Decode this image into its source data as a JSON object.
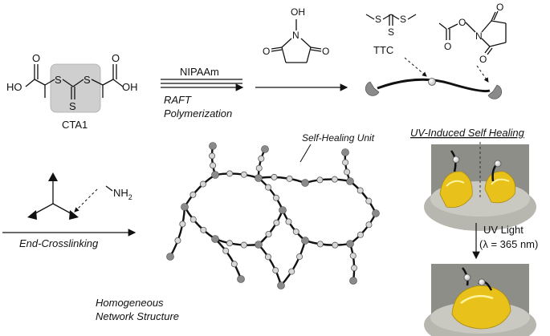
{
  "chem": {
    "cta1_label": "CTA1",
    "ho_left": "HO",
    "oh_right": "OH",
    "o": "O",
    "s": "S",
    "n": "N",
    "oh": "OH",
    "ttc_label": "TTC",
    "nh2_label": "NH",
    "nh2_sub": "2"
  },
  "reaction": {
    "reagent": "NIPAAm",
    "method_line1": "RAFT",
    "method_line2": "Polymerization",
    "end_crosslinking": "End-Crosslinking"
  },
  "network": {
    "self_healing_unit": "Self-Healing  Unit",
    "structure_line1": "Homogeneous",
    "structure_line2": "Network Structure"
  },
  "healing": {
    "title": "UV-Induced Self Healing",
    "uv_light": "UV Light",
    "wavelength": "(λ = 365 nm)"
  },
  "colors": {
    "cta_box": "#cfcfcf",
    "end_group": "#8a8a8a",
    "healing_unit": "#d8d8d8",
    "gel": "#e8c21a"
  }
}
